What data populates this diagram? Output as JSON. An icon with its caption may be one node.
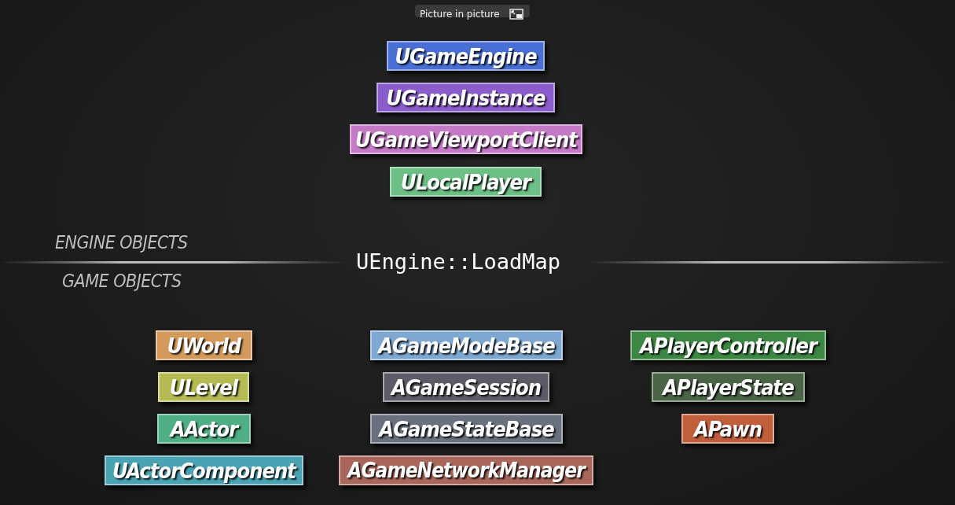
{
  "diagram": {
    "nodes": [
      {
        "text": [
          "UGameEngine"
        ]
      },
      {
        "text": [
          "UGameInstance"
        ]
      },
      {
        "text": [
          "UGameViewportClient"
        ]
      },
      {
        "text": [
          "ULocalPlayer"
        ]
      },
      {
        "text": [
          "UWorld"
        ]
      },
      {
        "text": [
          "ULevel"
        ]
      },
      {
        "text": [
          "AActor"
        ]
      },
      {
        "text": [
          "UActorComponent"
        ]
      },
      {
        "text": [
          "AGameModeBase"
        ]
      },
      {
        "text": [
          "AGameSession"
        ]
      },
      {
        "text": [
          "AGameStateBase"
        ]
      },
      {
        "text": [
          "AGameNetworkManager"
        ]
      },
      {
        "text": [
          "APlayerController"
        ]
      },
      {
        "text": [
          "APlayerState"
        ]
      },
      {
        "text": [
          "APawn"
        ]
      }
    ],
    "labels": [
      "Picture in picture",
      "ENGINE OBJECTS",
      "UEngine::LoadMap",
      "GAME OBJECTS"
    ]
  }
}
